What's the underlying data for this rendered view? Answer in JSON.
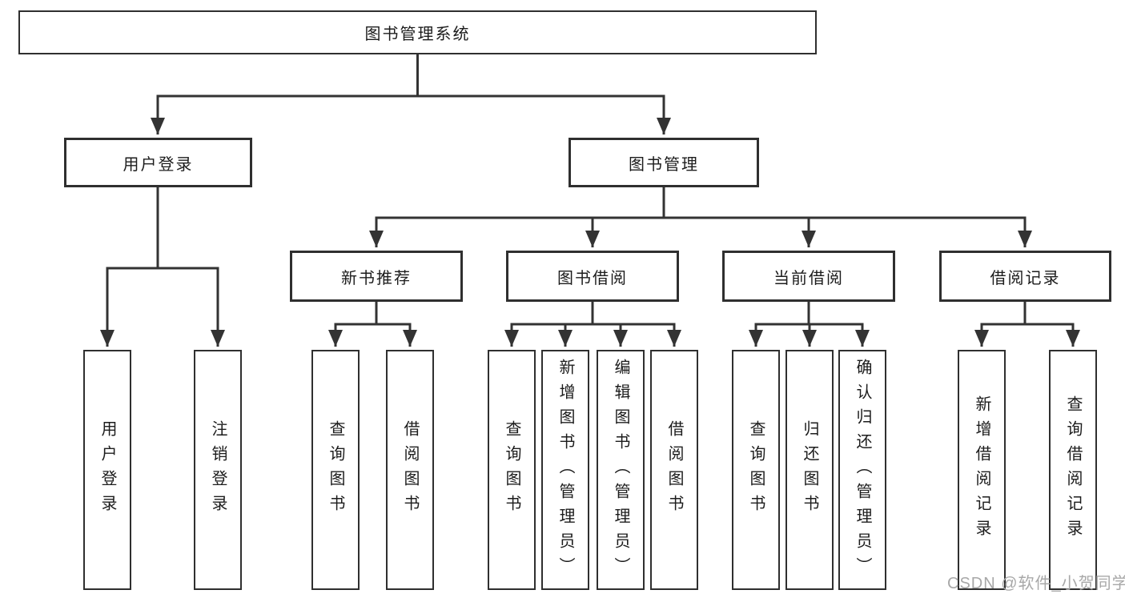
{
  "tree": {
    "root": "图书管理系统",
    "l2": [
      "用户登录",
      "图书管理"
    ],
    "l3": [
      "新书推荐",
      "图书借阅",
      "当前借阅",
      "借阅记录"
    ],
    "leaves": {
      "user_login": [
        "用户登录",
        "注销登录"
      ],
      "new_book": [
        "查询图书",
        "借阅图书"
      ],
      "book_borrow": [
        "查询图书",
        "新增图书（管理员）",
        "编辑图书（管理员）",
        "借阅图书"
      ],
      "current_borrow": [
        "查询图书",
        "归还图书",
        "确认归还（管理员）"
      ],
      "records": [
        "新增借阅记录",
        "查询借阅记录"
      ]
    }
  },
  "watermark": "CSDN @软件_小贺同学",
  "colors": {
    "line": "#333333",
    "box_border": "#2f2f2f",
    "text": "#1c1c1c",
    "watermark": "#a8a8a8",
    "background": "#ffffff"
  }
}
